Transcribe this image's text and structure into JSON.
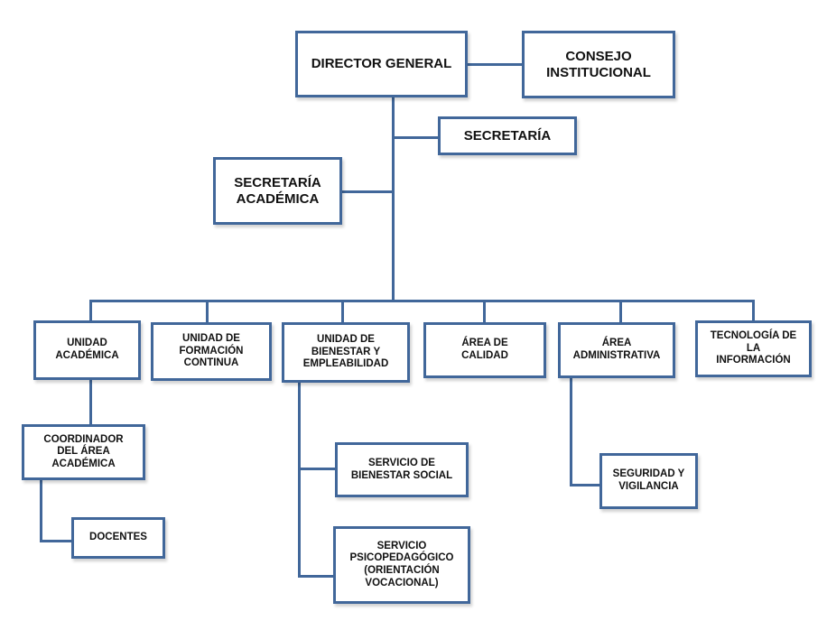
{
  "diagram": {
    "type": "org-chart",
    "line_color": "#41679a",
    "nodes": {
      "director": "DIRECTOR GENERAL",
      "consejo": "CONSEJO\nINSTITUCIONAL",
      "secretaria": "SECRETARÍA",
      "secretaria_academica": "SECRETARÍA\nACADÉMICA",
      "unidad_academica": "UNIDAD\nACADÉMICA",
      "formacion_continua": "UNIDAD DE\nFORMACIÓN\nCONTINUA",
      "bienestar": "UNIDAD DE\nBIENESTAR Y\nEMPLEABILIDAD",
      "calidad": "ÁREA DE\nCALIDAD",
      "administrativa": "ÁREA\nADMINISTRATIVA",
      "tecnologia": "TECNOLOGÍA DE\nLA\nINFORMACIÓN",
      "coordinador": "COORDINADOR\nDEL ÁREA\nACADÉMICA",
      "docentes": "DOCENTES",
      "bienestar_social": "SERVICIO DE\nBIENESTAR SOCIAL",
      "psicopedagogico": "SERVICIO\nPSICOPEDAGÓGICO\n(ORIENTACIÓN\nVOCACIONAL)",
      "seguridad": "SEGURIDAD Y\nVIGILANCIA"
    },
    "edges": [
      [
        "director",
        "consejo"
      ],
      [
        "director",
        "secretaria"
      ],
      [
        "director",
        "secretaria_academica"
      ],
      [
        "director",
        "unidad_academica"
      ],
      [
        "director",
        "formacion_continua"
      ],
      [
        "director",
        "bienestar"
      ],
      [
        "director",
        "calidad"
      ],
      [
        "director",
        "administrativa"
      ],
      [
        "director",
        "tecnologia"
      ],
      [
        "unidad_academica",
        "coordinador"
      ],
      [
        "coordinador",
        "docentes"
      ],
      [
        "bienestar",
        "bienestar_social"
      ],
      [
        "bienestar",
        "psicopedagogico"
      ],
      [
        "administrativa",
        "seguridad"
      ]
    ]
  }
}
